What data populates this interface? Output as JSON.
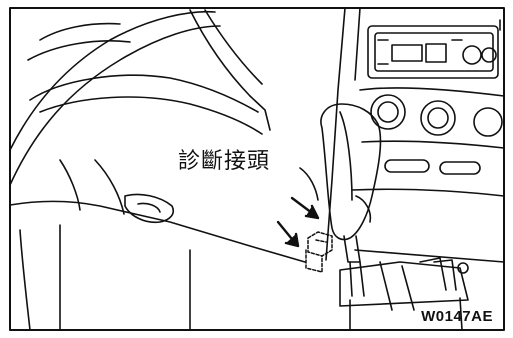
{
  "figure": {
    "callout_label": "診斷接頭",
    "figure_code": "W0147AE"
  },
  "icons": {
    "pointer_arrows": "diagnostic-connector-pointer-arrows",
    "connector": "diagnostic-connector-icon"
  },
  "colors": {
    "line": "#111111",
    "paper": "#ffffff"
  }
}
